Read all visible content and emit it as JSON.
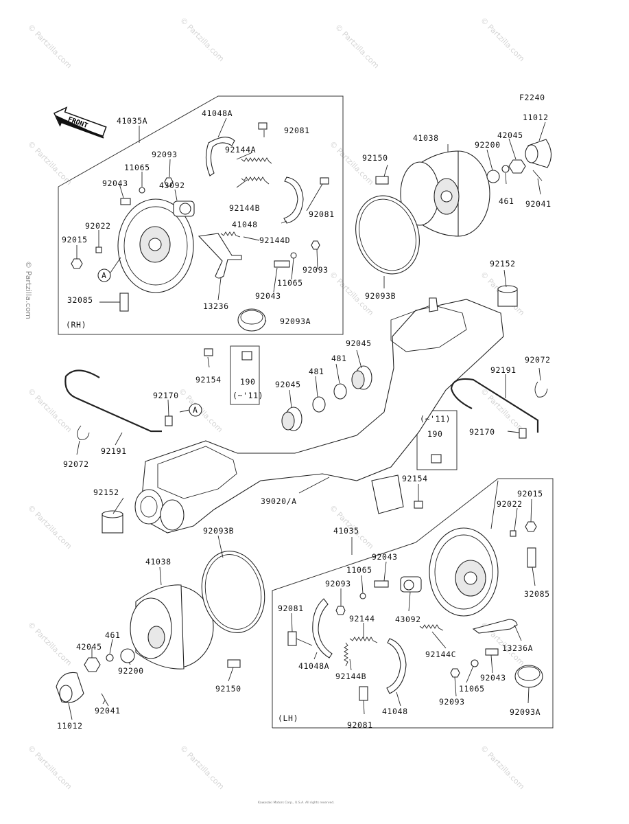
{
  "figure_code": "F2240",
  "front_label": "FRONT",
  "side_labels": {
    "rh": "(RH)",
    "lh": "(LH)"
  },
  "ref_marker": "A",
  "callout_190": {
    "number": "190",
    "note": "(~'11)"
  },
  "part_numbers": {
    "p41035A": "41035A",
    "p41048A": "41048A",
    "p92081": "92081",
    "p92144A": "92144A",
    "p92093": "92093",
    "p11065": "11065",
    "p43092": "43092",
    "p92043": "92043",
    "p92022": "92022",
    "p92015": "92015",
    "p92144B": "92144B",
    "p41048": "41048",
    "p92144D": "92144D",
    "p13236": "13236",
    "p32085": "32085",
    "p92093A": "92093A",
    "p92154": "92154",
    "p92150": "92150",
    "p41038": "41038",
    "p92200": "92200",
    "p42045": "42045",
    "p11012": "11012",
    "p461": "461",
    "p92041": "92041",
    "p92093B": "92093B",
    "p92152": "92152",
    "p92045": "92045",
    "p481": "481",
    "p92072": "92072",
    "p92191": "92191",
    "p92170": "92170",
    "p39020A": "39020/A",
    "p41035": "41035",
    "p92144": "92144",
    "p92144C": "92144C",
    "p13236A": "13236A"
  },
  "watermark": "© Partzilla.com",
  "footer": "Kawasaki Motors Corp., U.S.A. All rights reserved."
}
